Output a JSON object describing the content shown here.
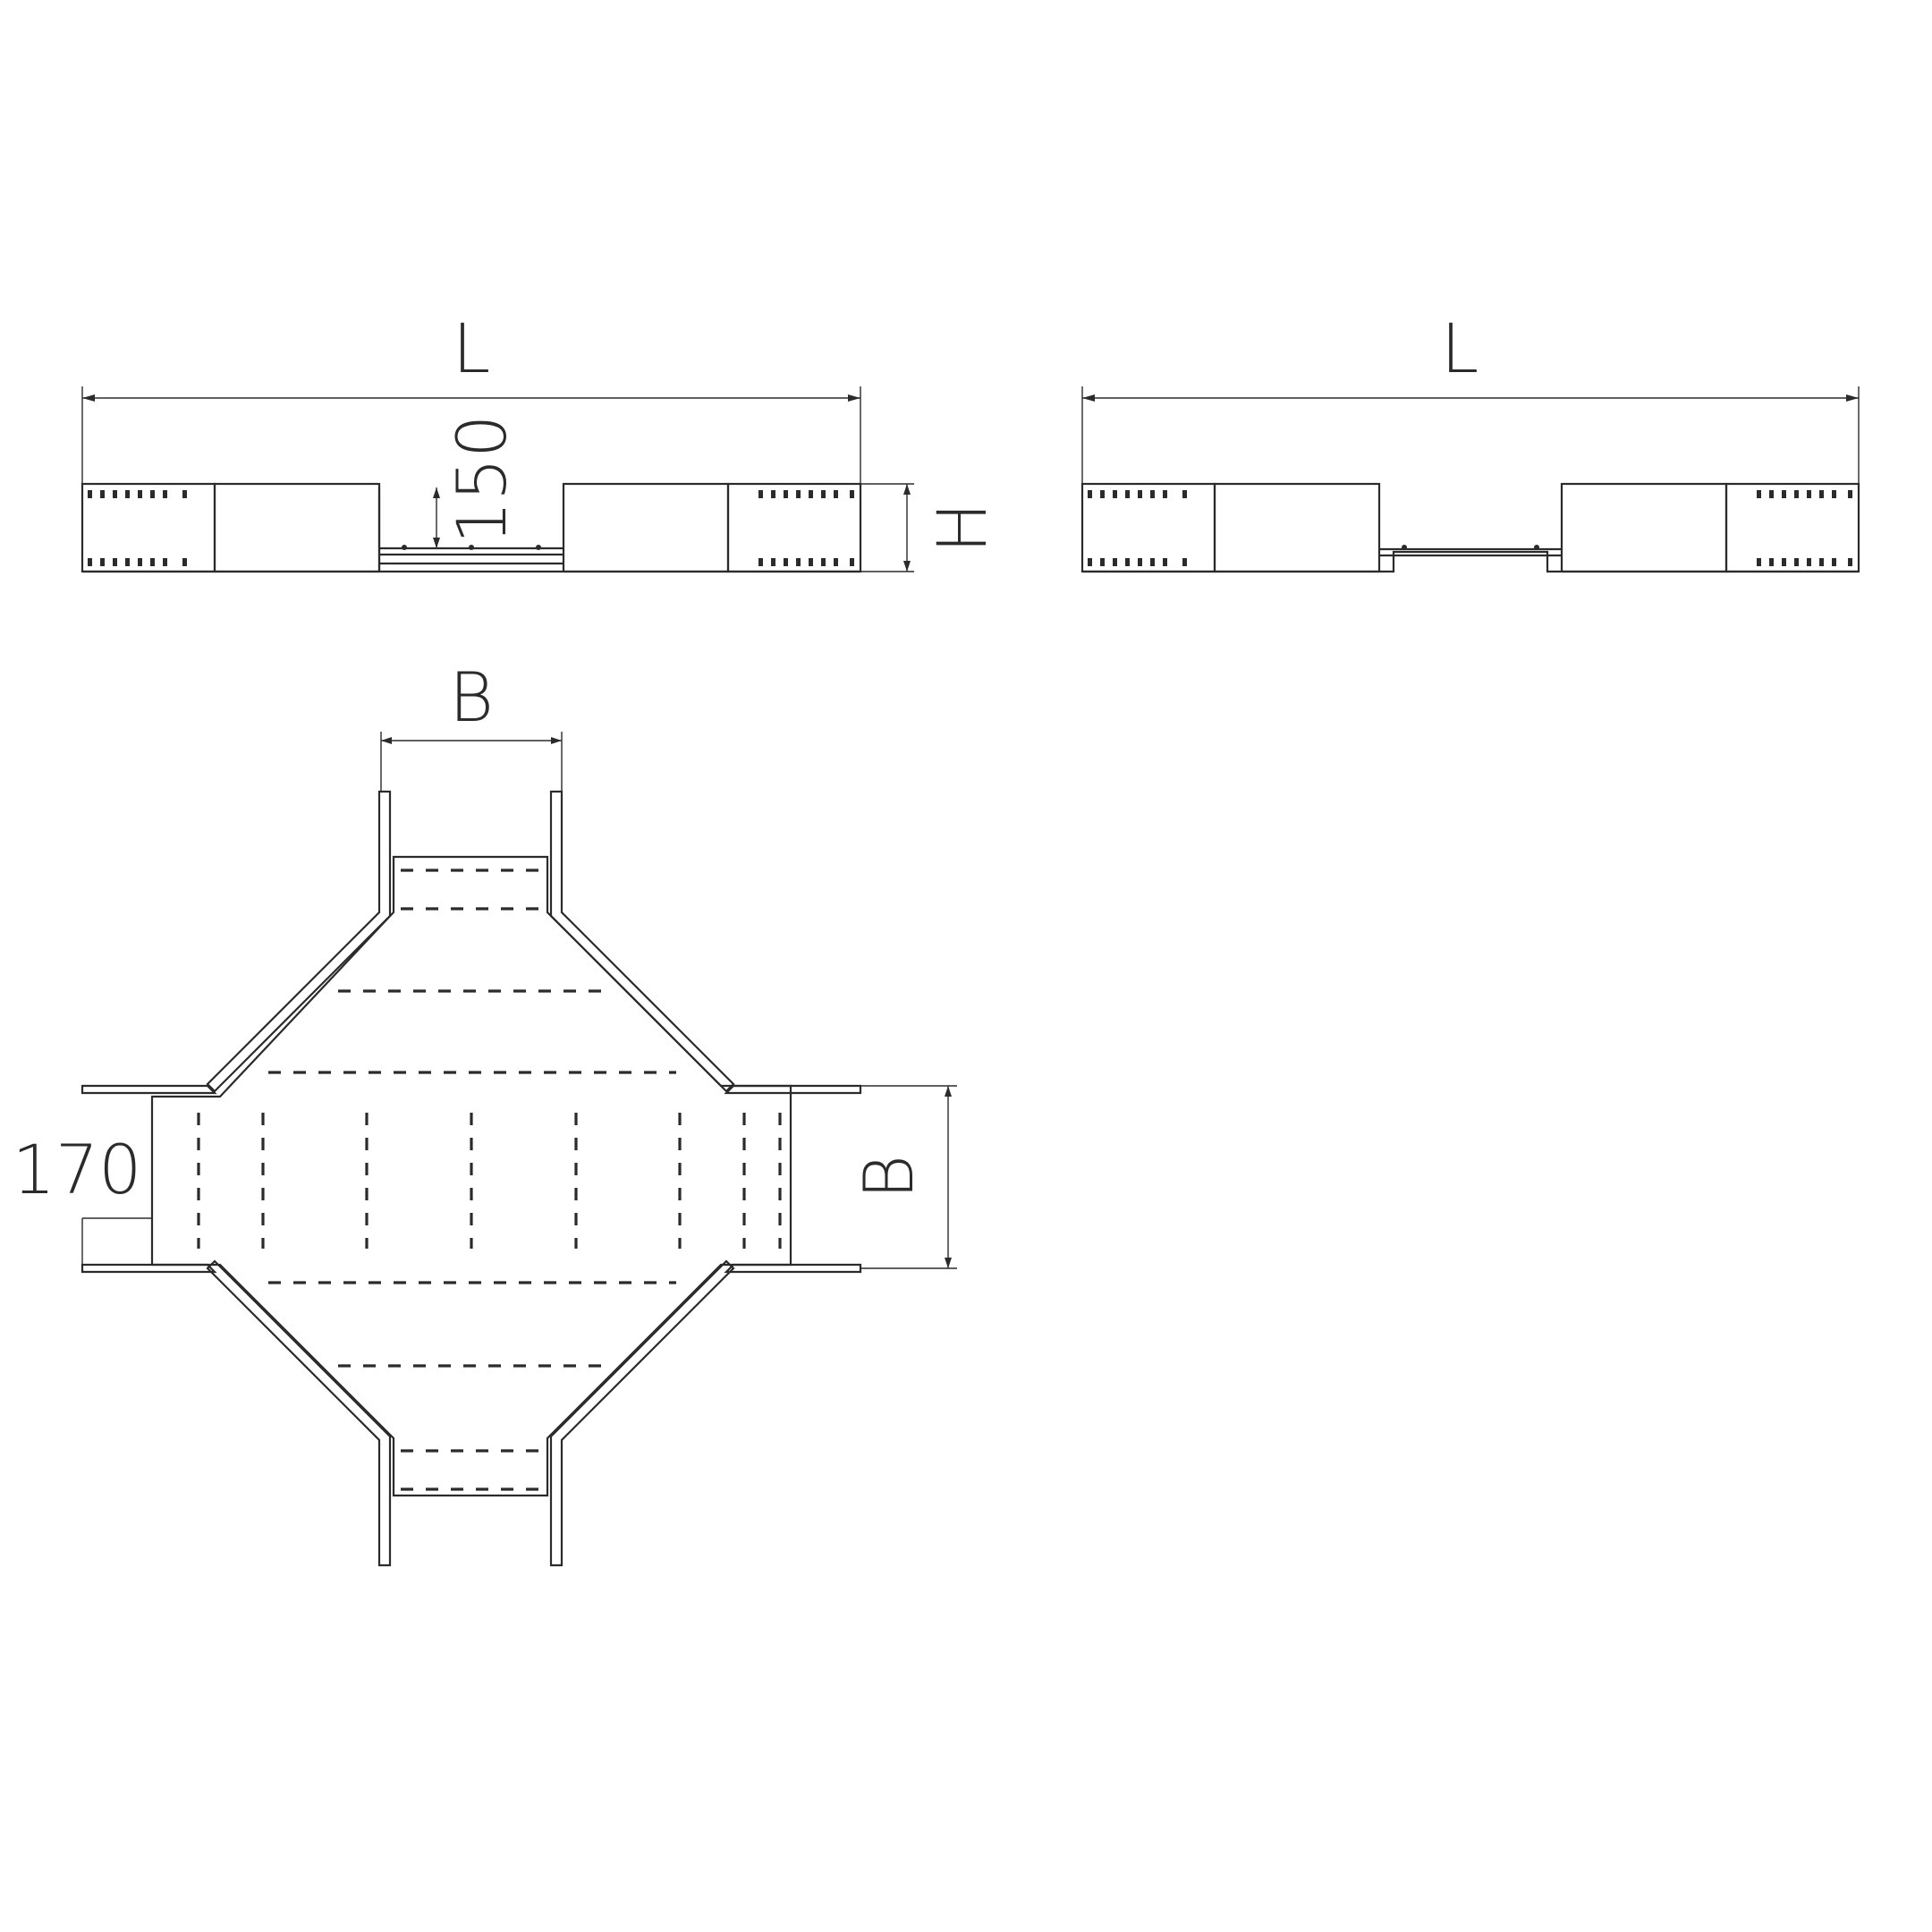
{
  "dimensions": {
    "front_length": "L",
    "front_height": "H",
    "front_bend": "150",
    "side_length": "L",
    "top_width": "B",
    "right_width": "B",
    "left_offset": "170"
  },
  "colors": {
    "line": "#2b2b2b",
    "background": "#ffffff"
  }
}
